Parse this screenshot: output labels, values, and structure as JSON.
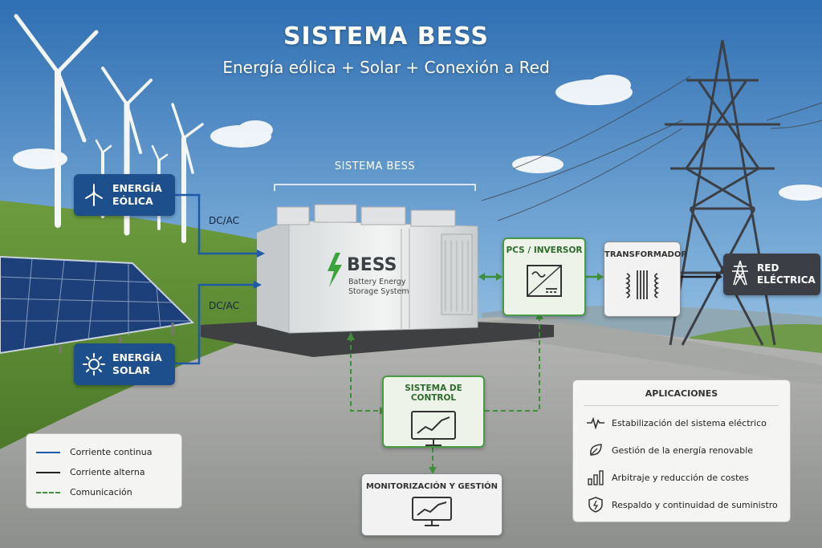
{
  "title": "SISTEMA BESS",
  "subtitle": "Energía eólica + Solar + Conexión a Red",
  "bess_group_label": "SISTEMA BESS",
  "sources": {
    "eolica": {
      "line1": "ENERGÍA",
      "line2": "EÓLICA",
      "icon": "wind-turbine-icon"
    },
    "solar": {
      "line1": "ENERGÍA",
      "line2": "SOLAR",
      "icon": "sun-icon"
    }
  },
  "conversion_labels": {
    "eolica": "DC/AC",
    "solar": "DC/AC"
  },
  "container": {
    "brand": "BESS",
    "line1": "Battery Energy",
    "line2": "Storage System"
  },
  "blocks": {
    "pcs": "PCS / INVERSOR",
    "transformer": "TRANSFORMADOR",
    "grid_line1": "RED",
    "grid_line2": "ELÉCTRICA",
    "control": "SISTEMA DE CONTROL",
    "monitoring": "MONITORIZACIÓN Y GESTIÓN"
  },
  "legend": [
    {
      "label": "Corriente continua",
      "style": "solid",
      "color": "#1f5aa6"
    },
    {
      "label": "Corriente alterna",
      "style": "solid",
      "color": "#222222"
    },
    {
      "label": "Comunicación",
      "style": "dashed",
      "color": "#3f8f3a"
    }
  ],
  "applications": {
    "heading": "APLICACIONES",
    "items": [
      {
        "label": "Estabilización del sistema eléctrico",
        "icon": "pulse-icon"
      },
      {
        "label": "Gestión de la energía renovable",
        "icon": "leaf-icon"
      },
      {
        "label": "Arbitraje y reducción de costes",
        "icon": "bar-chart-icon"
      },
      {
        "label": "Respaldo y continuidad de suministro",
        "icon": "shield-icon"
      }
    ]
  },
  "colors": {
    "dc": "#1f5aa6",
    "ac": "#222222",
    "comm": "#3f8f3a",
    "source_box": "#1d4f8c",
    "control_border": "#4a9a45",
    "bess_green": "#3aa33a"
  }
}
